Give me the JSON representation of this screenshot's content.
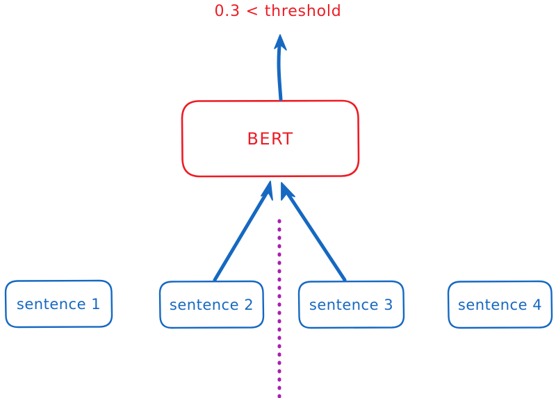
{
  "diagram": {
    "title_annotation": "0.3 < threshold",
    "model_box": {
      "label": "BERT",
      "color": "#ee1b24",
      "shape": "rounded-rectangle"
    },
    "sentences": [
      {
        "label": "sentence 1",
        "selected": false
      },
      {
        "label": "sentence 2",
        "selected": true
      },
      {
        "label": "sentence 3",
        "selected": true
      },
      {
        "label": "sentence 4",
        "selected": false
      }
    ],
    "colors": {
      "red": "#ee1b24",
      "blue": "#1668c1",
      "purple": "#aa1fad",
      "background": "#ffffff"
    },
    "arrows": {
      "output_arrow": "bert-to-threshold",
      "input_arrow_left": "sentence-2-to-bert",
      "input_arrow_right": "sentence-3-to-bert"
    },
    "divider": {
      "name": "vertical-dotted-divider",
      "style": "dotted",
      "color": "#aa1fad"
    }
  }
}
